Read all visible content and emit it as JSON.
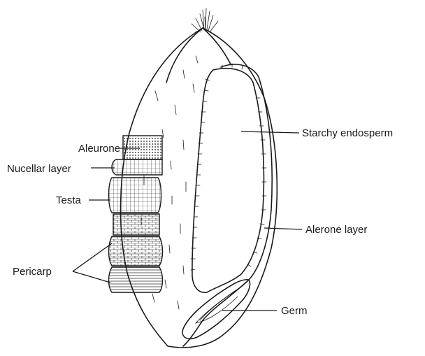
{
  "labels": {
    "aleurone": "Aleurone",
    "nucellar": "Nucellar layer",
    "testa": "Testa",
    "pericarp": "Pericarp",
    "endosperm": "Starchy endosperm",
    "alerone_layer": "Alerone layer",
    "germ": "Germ"
  }
}
